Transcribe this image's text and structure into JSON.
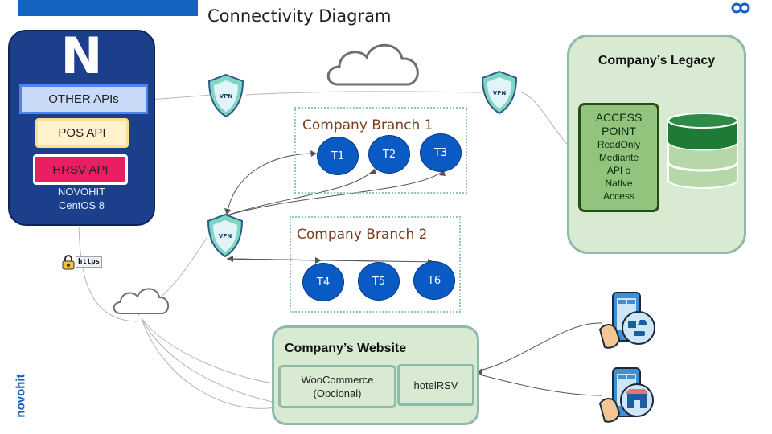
{
  "header": {
    "title": "Connectivity Diagram",
    "accent_color": "#1565c0"
  },
  "brand": {
    "vertical_text": "novohit",
    "corner_icon": "infinity-link-icon"
  },
  "novohit_server": {
    "logo_letter": "N",
    "apis": {
      "other": "OTHER APIs",
      "pos": "POS API",
      "hrsv": "HRSV API"
    },
    "caption_line1": "NOVOHIT",
    "caption_line2": "CentOS 8",
    "colors": {
      "panel": "#1b3f8a",
      "other_api": "#c9daf8",
      "pos_api": "#fff2cc",
      "hrsv_api": "#e91e63"
    }
  },
  "https_badge": "https",
  "vpn_label": "VPN",
  "branches": [
    {
      "label": "Company Branch 1",
      "terminals": [
        "T1",
        "T2",
        "T3"
      ]
    },
    {
      "label": "Company Branch 2",
      "terminals": [
        "T4",
        "T5",
        "T6"
      ]
    }
  ],
  "legacy": {
    "title": "Company’s Legacy",
    "access_line1": "ACCESS",
    "access_line2": "POINT",
    "access_line3": "ReadOnly",
    "access_line4": "Mediante",
    "access_line5": "API o",
    "access_line6": "Native",
    "access_line7": "Access",
    "database_icon": "database-icon",
    "color": "#d9ead3"
  },
  "website": {
    "title": "Company’s Website",
    "woo_line1": "WooCommerce",
    "woo_line2": "(Opcional)",
    "hotel": "hotelRSV"
  },
  "clients": [
    {
      "icon": "mobile-booking-icon"
    },
    {
      "icon": "mobile-store-icon"
    }
  ]
}
